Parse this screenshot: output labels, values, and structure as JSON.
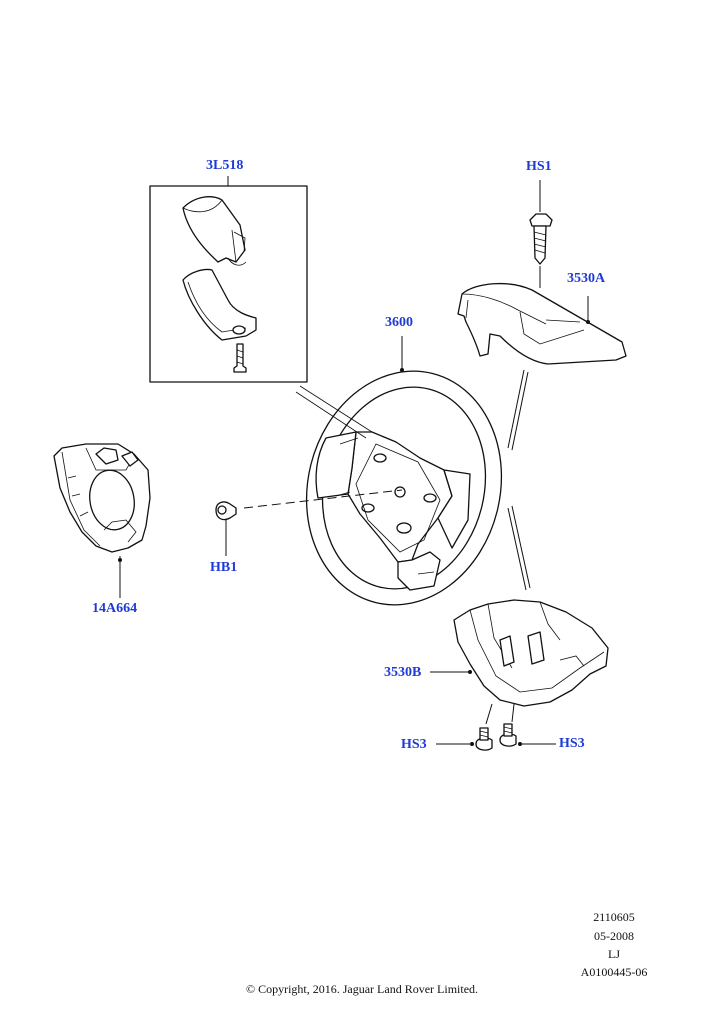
{
  "callouts": {
    "airbag_bracket": "3L518",
    "screw_top": "HS1",
    "upper_shroud": "3530A",
    "steering_wheel": "3600",
    "clock_spring": "14A664",
    "bolt": "HB1",
    "lower_shroud": "3530B",
    "screw_left": "HS3",
    "screw_right": "HS3"
  },
  "footer": {
    "line1": "2110605",
    "line2": "05-2008",
    "line3": "LJ",
    "line4": "A0100445-06",
    "copyright": "© Copyright, 2016. Jaguar Land Rover Limited."
  }
}
